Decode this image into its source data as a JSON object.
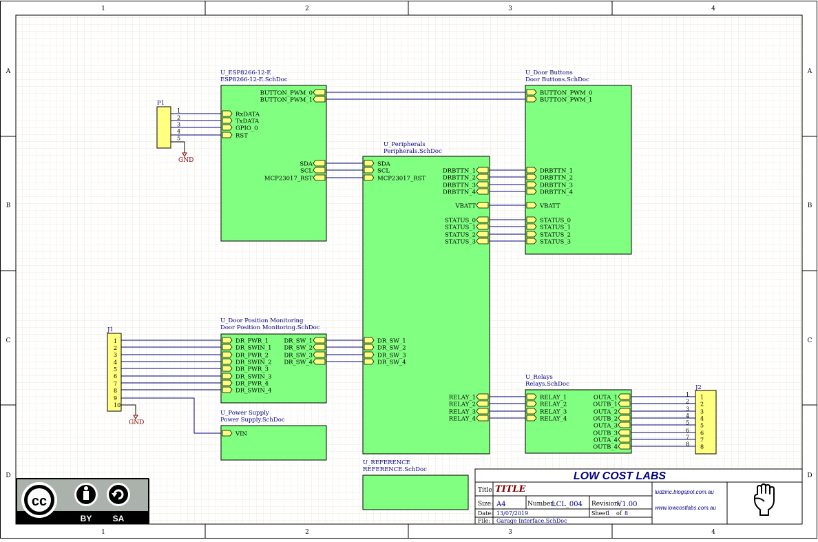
{
  "frame": {
    "columns": [
      "1",
      "2",
      "3",
      "4"
    ],
    "rows": [
      "A",
      "B",
      "C",
      "D"
    ]
  },
  "colors": {
    "sheet_fill": "#80ff80",
    "wire": "#000080",
    "port_fill": "#ffff80",
    "designator": "#000080",
    "power": "#800000",
    "grid": "#efe8d8",
    "title_blue": "#000080",
    "title_red": "#800000"
  },
  "sheets": [
    {
      "designator": "U_ESP8266-12-E",
      "file": "ESP8266-12-E.SchDoc",
      "ports_left": [
        "RxDATA",
        "TxDATA",
        "GPIO_0",
        "RST"
      ],
      "ports_right": [
        "BUTTON_PWM_0",
        "BUTTON_PWM_1",
        "SDA",
        "SCL",
        "MCP23017_RST"
      ]
    },
    {
      "designator": "U_Door Buttons",
      "file": "Door Buttons.SchDoc",
      "ports_left": [
        "BUTTON_PWM_0",
        "BUTTON_PWM_1",
        "DRBTTN_1",
        "DRBTTN_2",
        "DRBTTN_3",
        "DRBTTN_4",
        "VBATT",
        "STATUS_0",
        "STATUS_1",
        "STATUS_2",
        "STATUS_3"
      ]
    },
    {
      "designator": "U_Peripherals",
      "file": "Peripherals.SchDoc",
      "ports_left": [
        "SDA",
        "SCL",
        "MCP23017_RST",
        "DR_SW_1",
        "DR_SW_2",
        "DR_SW_3",
        "DR_SW_4"
      ],
      "ports_right": [
        "DRBTTN_1",
        "DRBTTN_2",
        "DRBTTN_3",
        "DRBTTN_4",
        "VBATT",
        "STATUS_0",
        "STATUS_1",
        "STATUS_2",
        "STATUS_3",
        "RELAY_1",
        "RELAY_2",
        "RELAY_3",
        "RELAY_4"
      ]
    },
    {
      "designator": "U_Door Position Monitoring",
      "file": "Door Position Monitoring.SchDoc",
      "ports_left": [
        "DR_PWR_1",
        "DR_SWIN_1",
        "DR_PWR_2",
        "DR_SWIN_2",
        "DR_PWR_3",
        "DR_SWIN_3",
        "DR_PWR_4",
        "DR_SWIN_4"
      ],
      "ports_right": [
        "DR_SW_1",
        "DR_SW_2",
        "DR_SW_3",
        "DR_SW_4"
      ]
    },
    {
      "designator": "U_Power Supply",
      "file": "Power Supply.SchDoc",
      "ports_left": [
        "VIN"
      ]
    },
    {
      "designator": "U_Relays",
      "file": "Relays.SchDoc",
      "ports_left": [
        "RELAY_1",
        "RELAY_2",
        "RELAY_3",
        "RELAY_4"
      ],
      "ports_right": [
        "OUTA_1",
        "OUTB_1",
        "OUTA_2",
        "OUTB_2",
        "OUTA_3",
        "OUTB_3",
        "OUTA_4",
        "OUTB_4"
      ]
    },
    {
      "designator": "U_REFERENCE",
      "file": "REFERENCE.SchDoc"
    }
  ],
  "connectors": {
    "P1": {
      "designator": "P1",
      "pins": [
        "1",
        "2",
        "3",
        "4",
        "5"
      ]
    },
    "J1": {
      "designator": "J1",
      "pins": [
        "1",
        "2",
        "3",
        "4",
        "5",
        "6",
        "7",
        "8",
        "9",
        "10"
      ]
    },
    "J2": {
      "designator": "J2",
      "pins": [
        "1",
        "2",
        "3",
        "4",
        "5",
        "6",
        "7",
        "8"
      ]
    }
  },
  "power_ports": [
    "GND",
    "GND"
  ],
  "title_block": {
    "company": "LOW COST LABS",
    "title_label": "Title",
    "title_value": "TITLE",
    "size_label": "Size:",
    "size_value": "A4",
    "number_label": "Number:",
    "number_value": "LCL_004",
    "revision_label": "Revision:",
    "revision_value": "V1.00",
    "date_label": "Date:",
    "date_value": "13/07/2019",
    "sheet_label": "Sheet",
    "sheet_value": "1",
    "of_label": "of",
    "of_value": "8",
    "file_label": "File:",
    "file_value": "Garage Interface.SchDoc",
    "blog": "ludzinc.blogspot.com.au",
    "website": "www.lowcostlabs.com.au",
    "logo_icon": "raised-fist-icon"
  },
  "license": {
    "badge": "cc-by-sa-icon",
    "by": "BY",
    "sa": "SA"
  }
}
